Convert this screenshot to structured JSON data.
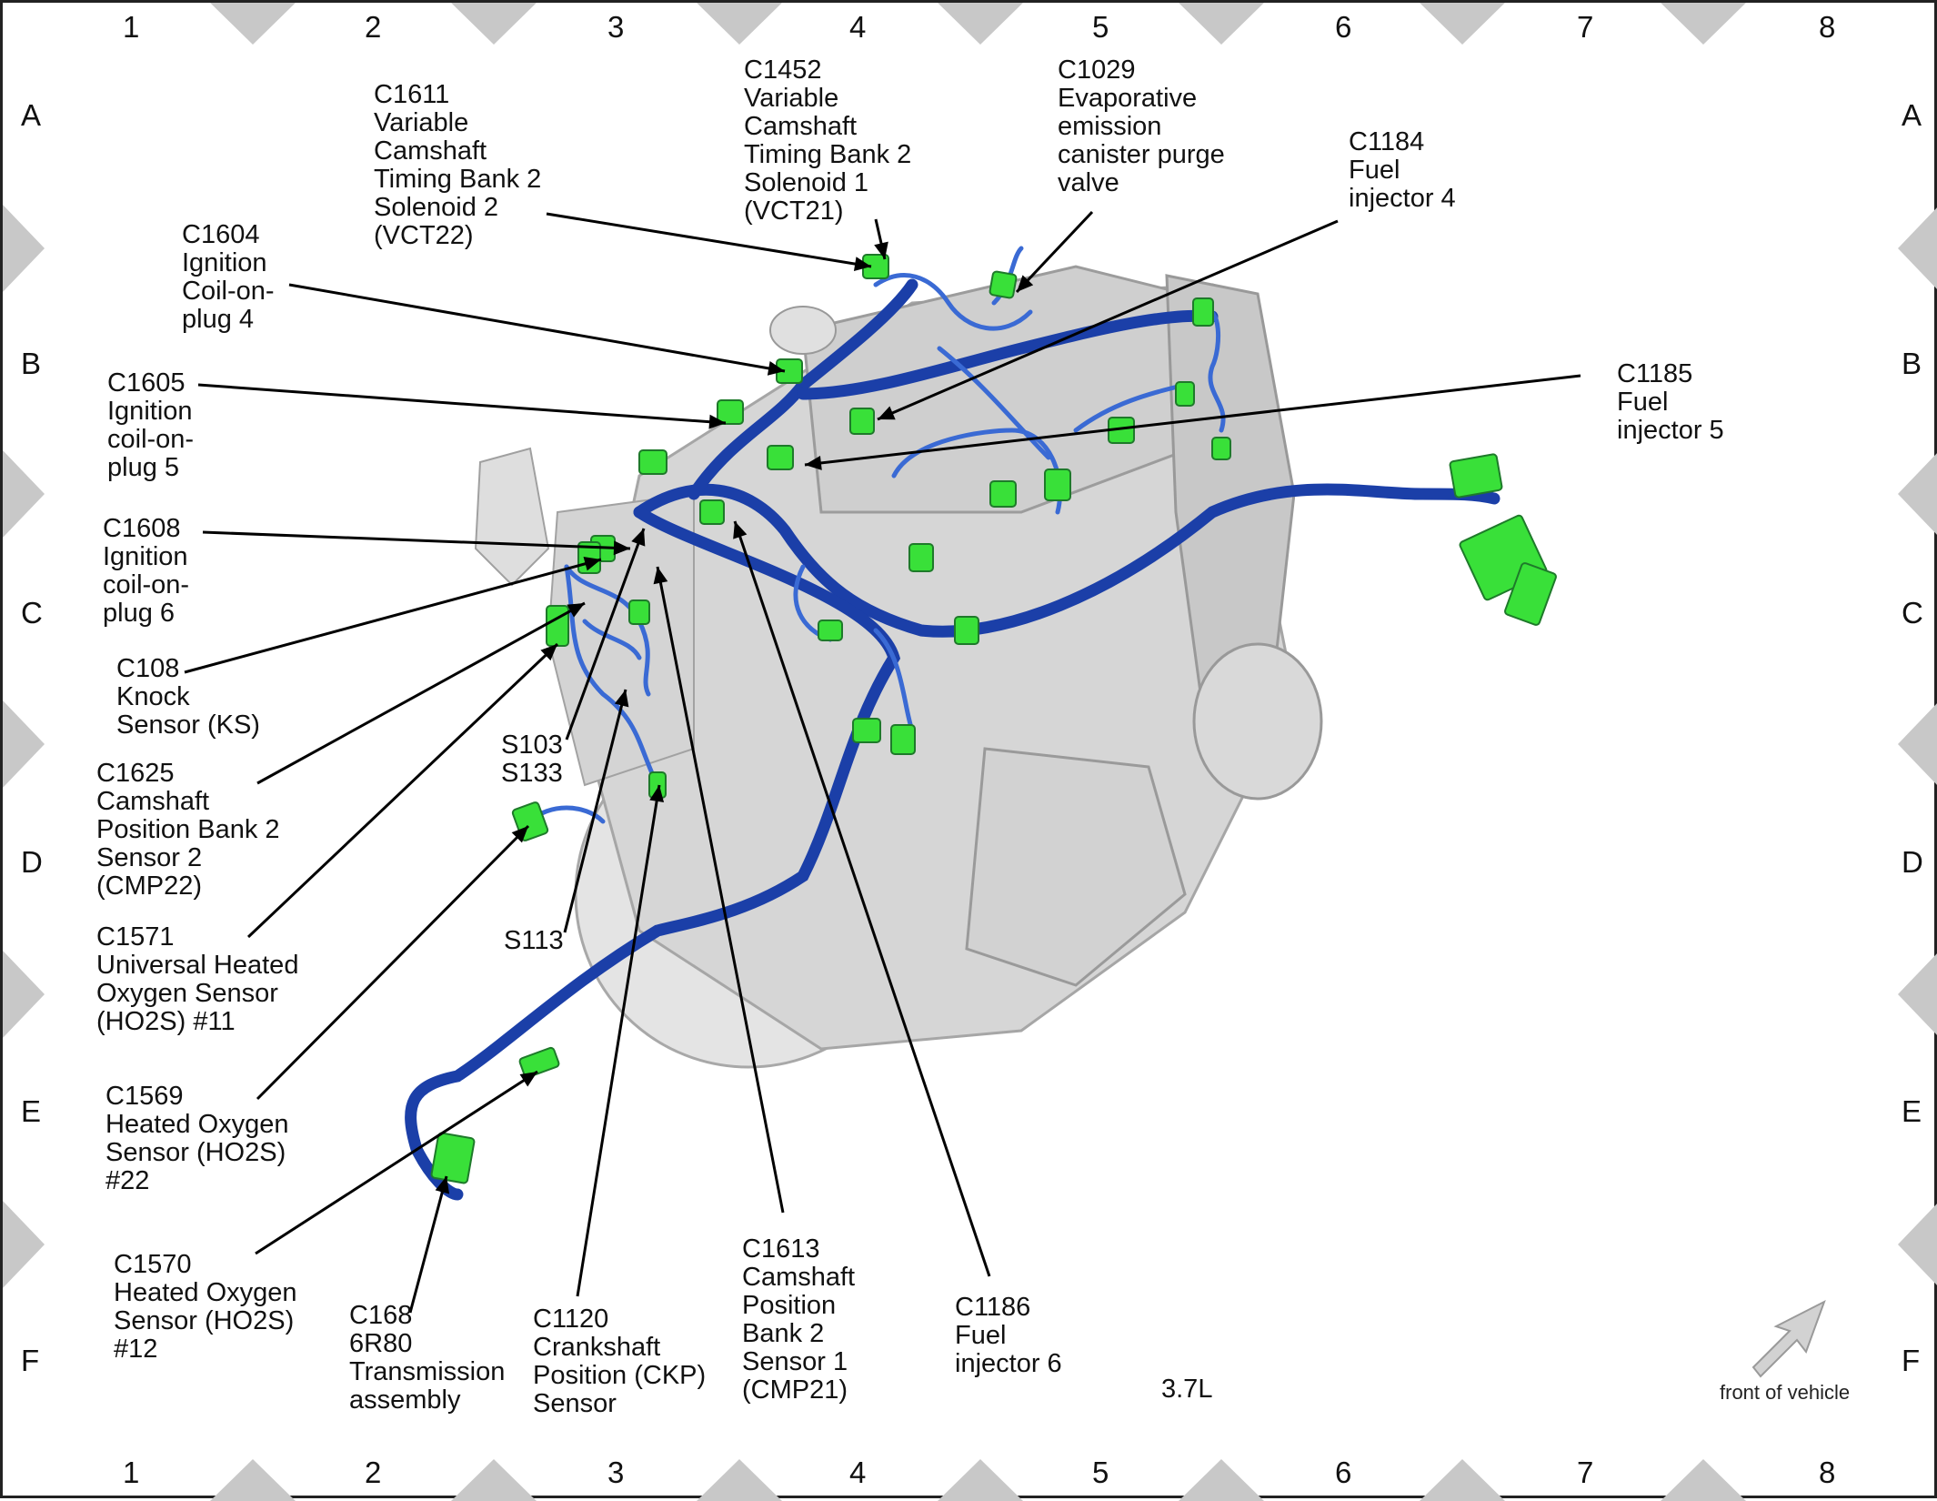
{
  "diagram": {
    "engine_label": "3.7L",
    "front_of_vehicle": "front of vehicle",
    "grid": {
      "columns": [
        "1",
        "2",
        "3",
        "4",
        "5",
        "6",
        "7",
        "8"
      ],
      "rows": [
        "A",
        "B",
        "C",
        "D",
        "E",
        "F"
      ]
    },
    "colors": {
      "harness": "#1b3fa8",
      "harness_light": "#3a6ad4",
      "connector": "#39e039",
      "connector_dark": "#1e7a2a",
      "engine": "#d6d6d6",
      "engine_dark": "#b6b6b6",
      "marker": "#c8c8c8"
    },
    "callouts": [
      {
        "id": "c1611",
        "text": "C1611\nVariable\nCamshaft\nTiming Bank 2\nSolenoid 2\n(VCT22)"
      },
      {
        "id": "c1452",
        "text": "C1452\nVariable\nCamshaft\nTiming Bank 2\nSolenoid 1\n(VCT21)"
      },
      {
        "id": "c1029",
        "text": "C1029\nEvaporative\nemission\ncanister purge\nvalve"
      },
      {
        "id": "c1184",
        "text": "C1184\nFuel\ninjector 4"
      },
      {
        "id": "c1604",
        "text": "C1604\nIgnition\nCoil-on-\nplug 4"
      },
      {
        "id": "c1605",
        "text": "C1605\nIgnition\ncoil-on-\nplug 5"
      },
      {
        "id": "c1185",
        "text": "C1185\nFuel\ninjector 5"
      },
      {
        "id": "c1608",
        "text": "C1608\nIgnition\ncoil-on-\nplug 6"
      },
      {
        "id": "c108",
        "text": "C108\nKnock\nSensor (KS)"
      },
      {
        "id": "s103",
        "text": "S103\nS133"
      },
      {
        "id": "c1625",
        "text": "C1625\nCamshaft\nPosition Bank 2\nSensor 2\n(CMP22)"
      },
      {
        "id": "c1571",
        "text": "C1571\nUniversal Heated\nOxygen Sensor\n(HO2S) #11"
      },
      {
        "id": "s113",
        "text": "S113"
      },
      {
        "id": "c1569",
        "text": "C1569\nHeated Oxygen\nSensor (HO2S)\n#22"
      },
      {
        "id": "c1570",
        "text": "C1570\nHeated Oxygen\nSensor (HO2S)\n#12"
      },
      {
        "id": "c168",
        "text": "C168\n6R80\nTransmission\nassembly"
      },
      {
        "id": "c1120",
        "text": "C1120\nCrankshaft\nPosition (CKP)\nSensor"
      },
      {
        "id": "c1613",
        "text": "C1613\nCamshaft\nPosition\nBank 2\nSensor 1\n(CMP21)"
      },
      {
        "id": "c1186",
        "text": "C1186\nFuel\ninjector 6"
      }
    ]
  }
}
